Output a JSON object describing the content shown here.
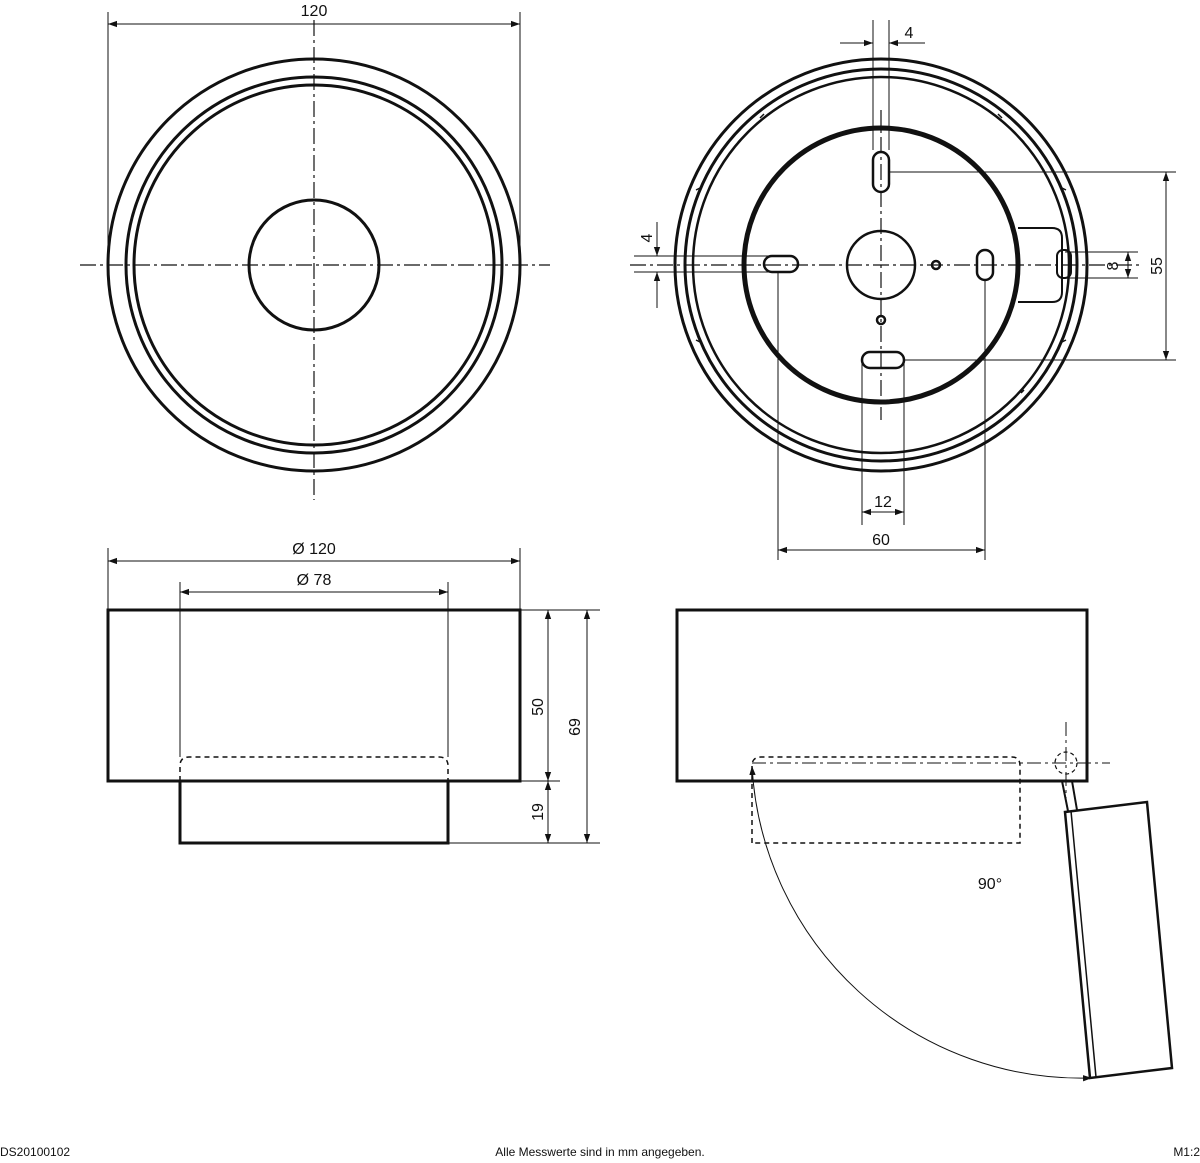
{
  "dimensions": {
    "front_width": "120",
    "rear_slot_width": "4",
    "rear_side_slot_height": "4",
    "rear_vertical_spacing": "55",
    "rear_right_slot_height": "8",
    "rear_slot_length": "12",
    "rear_horizontal_spacing": "60",
    "side_outer_diameter": "Ø 120",
    "side_inner_diameter": "Ø 78",
    "side_body_height": "50",
    "side_total_height": "69",
    "side_collar_height": "19"
  },
  "angle_label": "90°",
  "footer": {
    "code": "DS20100102",
    "note": "Alle Messwerte sind in mm angegeben.",
    "scale": "M1:2"
  },
  "colors": {
    "line": "#111111",
    "background": "#ffffff"
  }
}
